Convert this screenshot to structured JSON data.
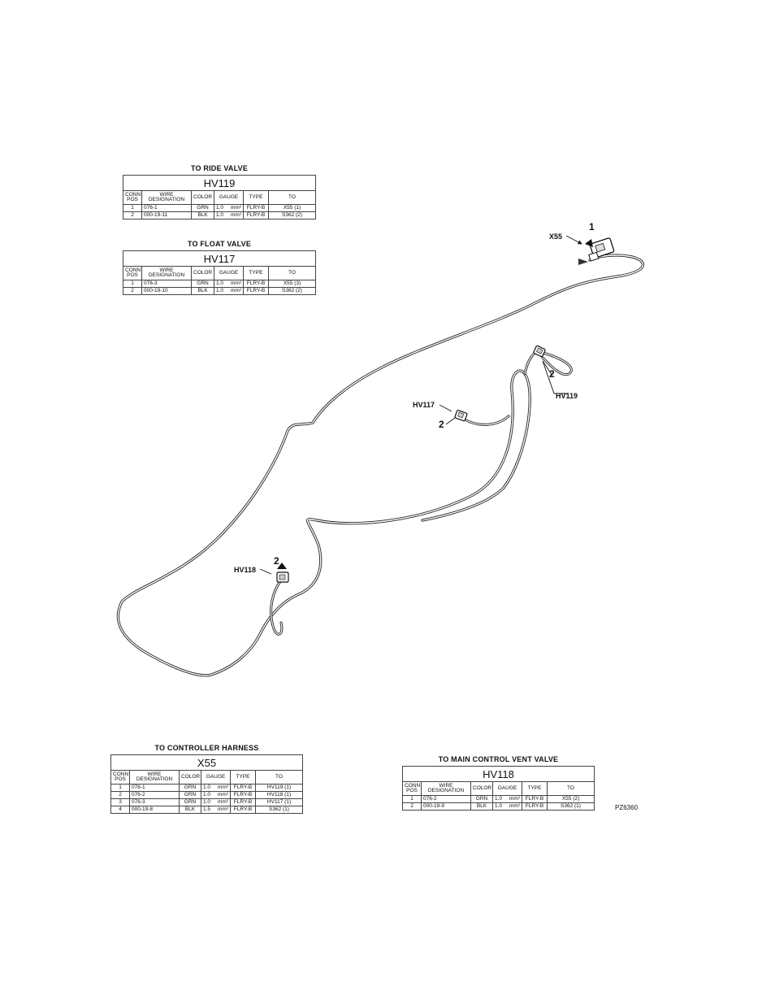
{
  "tables": {
    "hv119": {
      "heading": "TO RIDE VALVE",
      "name": "HV119",
      "columns": [
        "CONN POS",
        "WIRE DESIGNATION",
        "COLOR",
        "GAUGE",
        "TYPE",
        "TO"
      ],
      "rows": [
        {
          "pos": "1",
          "wire": "076-1",
          "color": "GRN",
          "gauge": "1.0",
          "unit": "mm²",
          "type": "FLRY-B",
          "to": "X55  (1)"
        },
        {
          "pos": "2",
          "wire": "000-19-11",
          "color": "BLK",
          "gauge": "1.0",
          "unit": "mm²",
          "type": "FLRY-B",
          "to": "S362  (2)"
        }
      ]
    },
    "hv117": {
      "heading": "TO FLOAT VALVE",
      "name": "HV117",
      "columns": [
        "CONN POS",
        "WIRE DESIGNATION",
        "COLOR",
        "GAUGE",
        "TYPE",
        "TO"
      ],
      "rows": [
        {
          "pos": "1",
          "wire": "076-3",
          "color": "GRN",
          "gauge": "1.0",
          "unit": "mm²",
          "type": "FLRY-B",
          "to": "X55  (3)"
        },
        {
          "pos": "2",
          "wire": "000-19-10",
          "color": "BLK",
          "gauge": "1.0",
          "unit": "mm²",
          "type": "FLRY-B",
          "to": "S362  (2)"
        }
      ]
    },
    "x55": {
      "heading": "TO CONTROLLER HARNESS",
      "name": "X55",
      "columns": [
        "CONN POS",
        "WIRE DESIGNATION",
        "COLOR",
        "GAUGE",
        "TYPE",
        "TO"
      ],
      "rows": [
        {
          "pos": "1",
          "wire": "076-1",
          "color": "GRN",
          "gauge": "1.0",
          "unit": "mm²",
          "type": "FLRY-B",
          "to": "HV119  (1)"
        },
        {
          "pos": "2",
          "wire": "076-2",
          "color": "GRN",
          "gauge": "1.0",
          "unit": "mm²",
          "type": "FLRY-B",
          "to": "HV118  (1)"
        },
        {
          "pos": "3",
          "wire": "076-3",
          "color": "GRN",
          "gauge": "1.0",
          "unit": "mm²",
          "type": "FLRY-B",
          "to": "HV117  (1)"
        },
        {
          "pos": "4",
          "wire": "000-19-8",
          "color": "BLK",
          "gauge": "1.5",
          "unit": "mm²",
          "type": "FLRY-B",
          "to": "S362  (1)"
        }
      ]
    },
    "hv118": {
      "heading": "TO MAIN CONTROL VENT VALVE",
      "name": "HV118",
      "columns": [
        "CONN POS",
        "WIRE DESIGNATION",
        "COLOR",
        "GAUGE",
        "TYPE",
        "TO"
      ],
      "rows": [
        {
          "pos": "1",
          "wire": "076-2",
          "color": "GRN",
          "gauge": "1.0",
          "unit": "mm²",
          "type": "FLRY-B",
          "to": "X55  (2)"
        },
        {
          "pos": "2",
          "wire": "000-19-9",
          "color": "BLK",
          "gauge": "1.0",
          "unit": "mm²",
          "type": "FLRY-B",
          "to": "S362  (1)"
        }
      ]
    }
  },
  "callouts": {
    "x55": {
      "name": "X55",
      "num": "1"
    },
    "hv119": {
      "name": "HV119",
      "num": "2"
    },
    "hv117": {
      "name": "HV117",
      "num": "2"
    },
    "hv118": {
      "name": "HV118",
      "num": "2"
    }
  },
  "figure_id": "PZ6360"
}
